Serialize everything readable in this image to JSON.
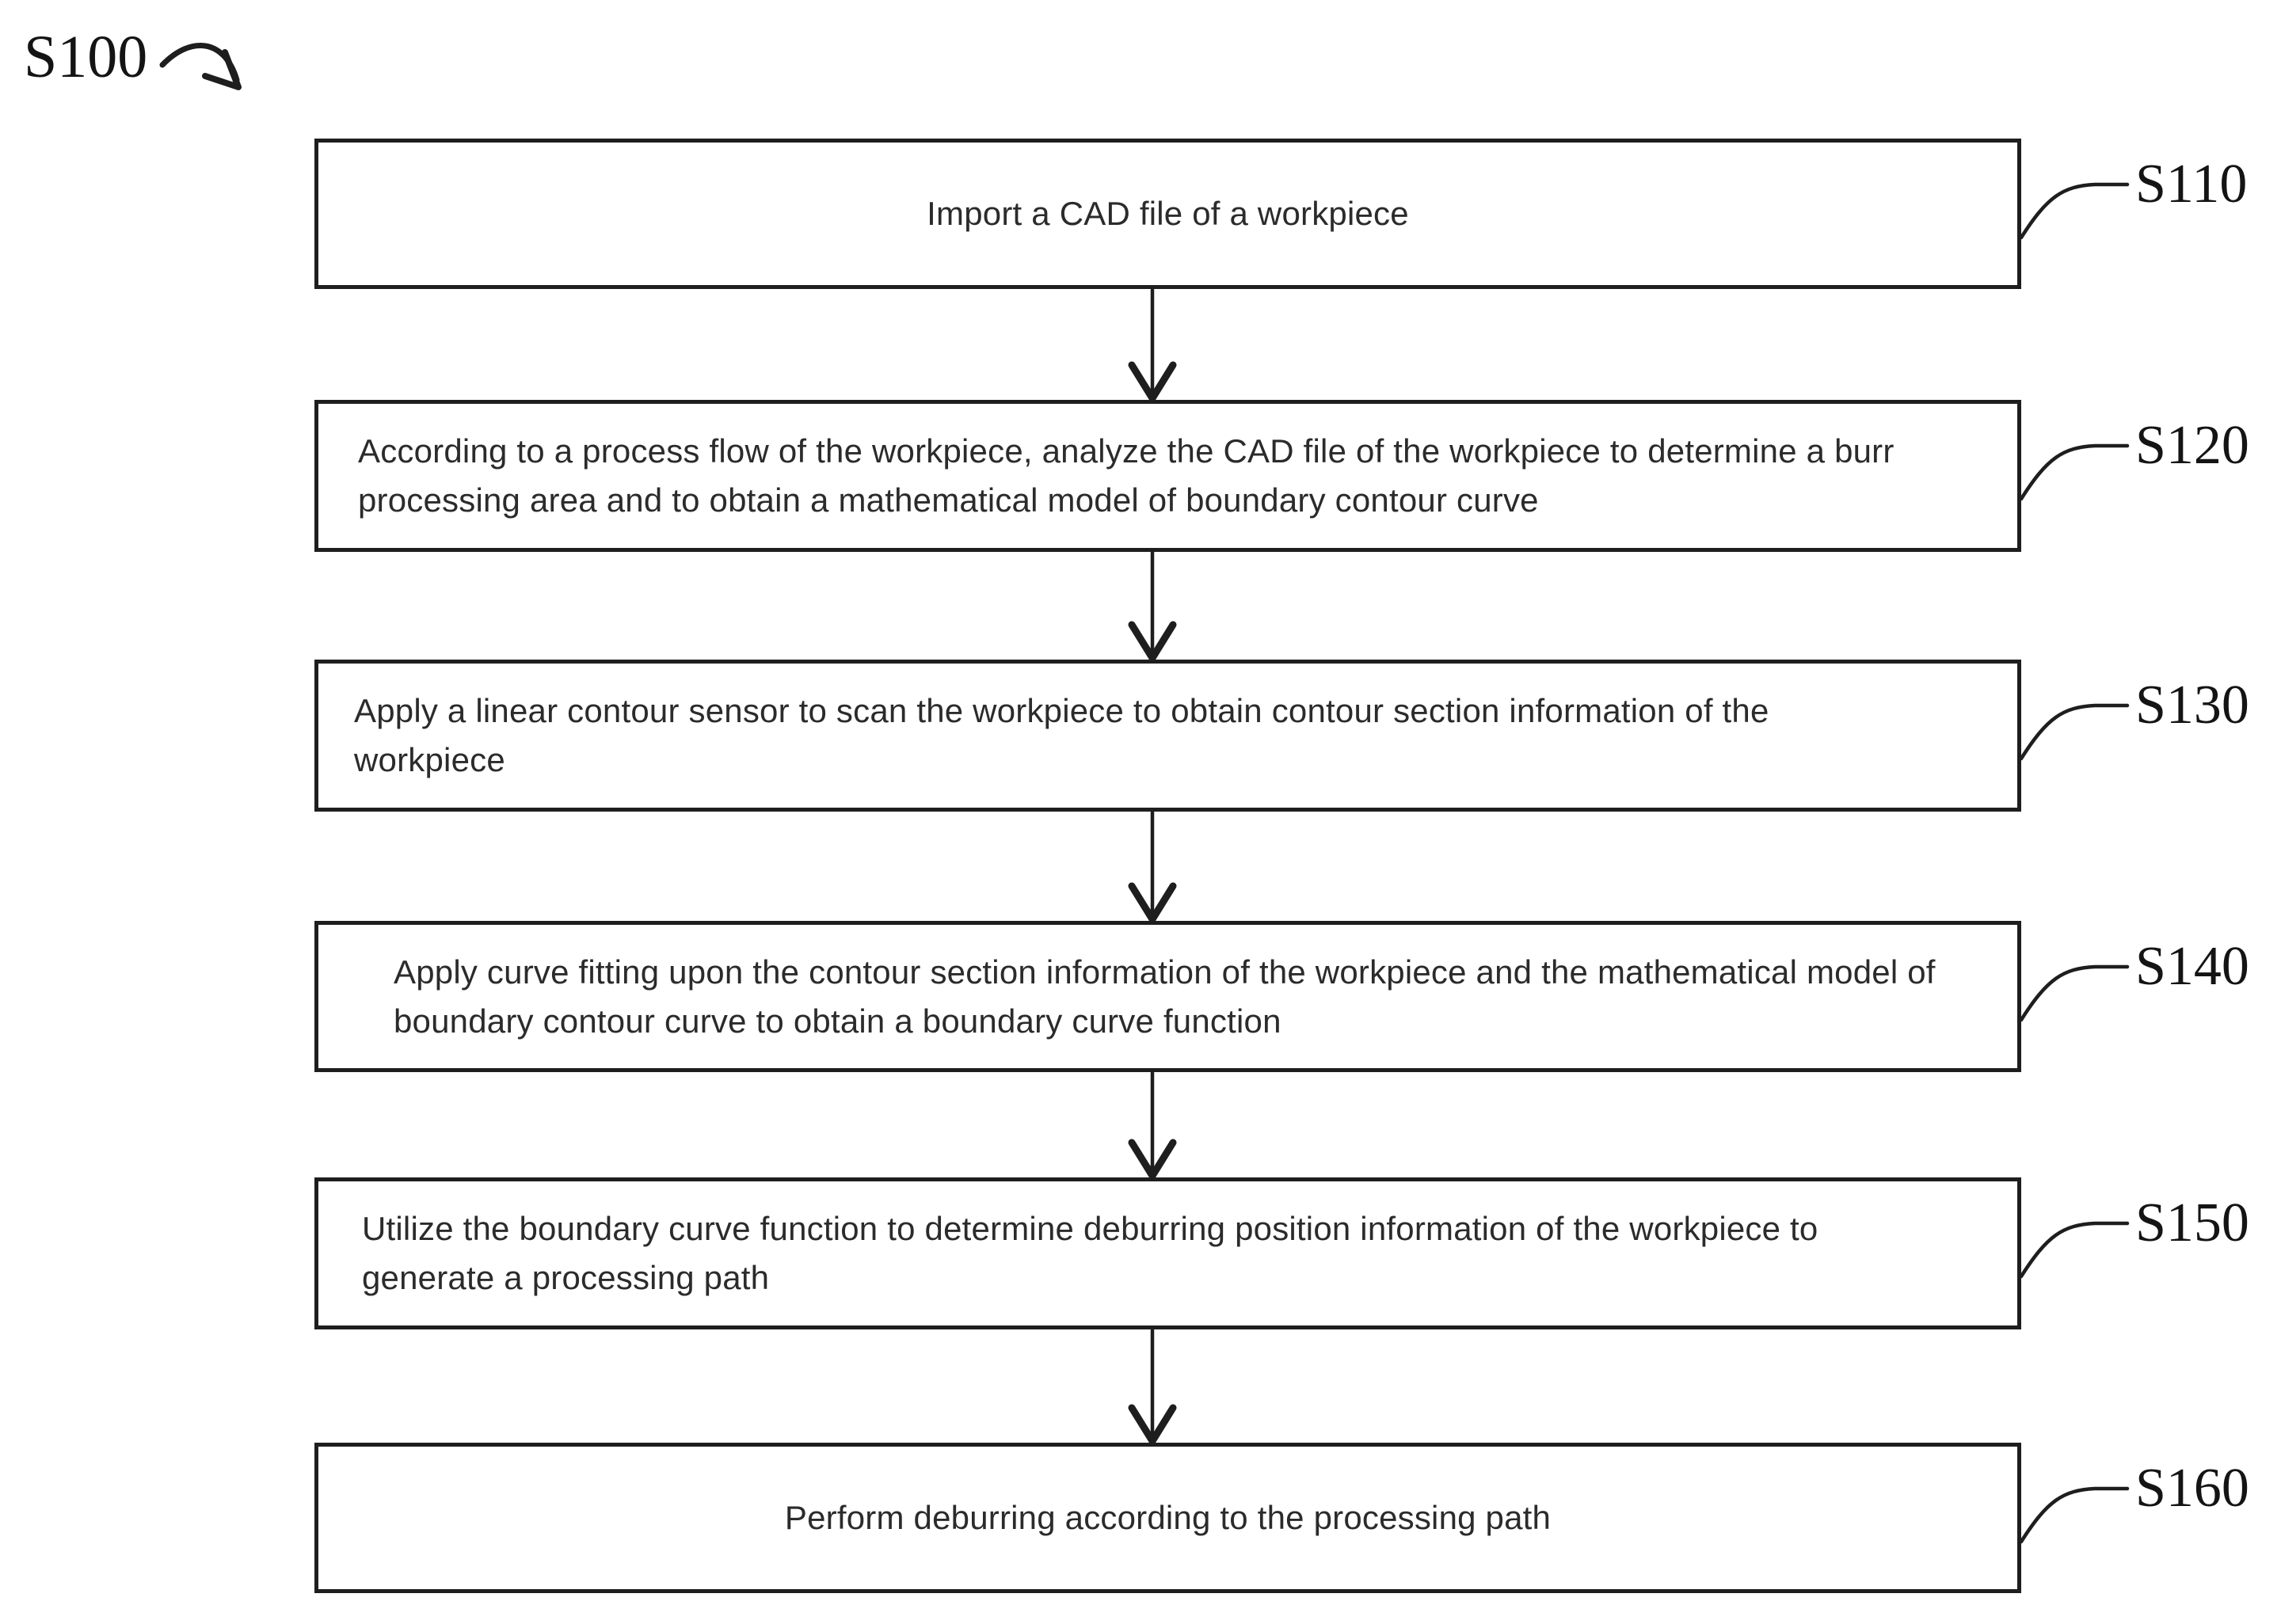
{
  "figure": {
    "reference_label": "S100",
    "steps": [
      {
        "id": "S110",
        "text": "Import a CAD file of a workpiece"
      },
      {
        "id": "S120",
        "text": "According to a process flow of the workpiece, analyze the CAD file of the workpiece to determine a burr processing area and to obtain a mathematical model of boundary contour curve"
      },
      {
        "id": "S130",
        "text": "Apply a linear contour sensor to scan the workpiece to obtain contour section information of the workpiece"
      },
      {
        "id": "S140",
        "text": "Apply curve fitting upon the contour section information of the workpiece and the mathematical model of boundary contour curve to obtain a boundary curve function"
      },
      {
        "id": "S150",
        "text": "Utilize the boundary curve function to determine deburring position information of the workpiece to generate a processing path"
      },
      {
        "id": "S160",
        "text": "Perform deburring according to the processing path"
      }
    ]
  }
}
